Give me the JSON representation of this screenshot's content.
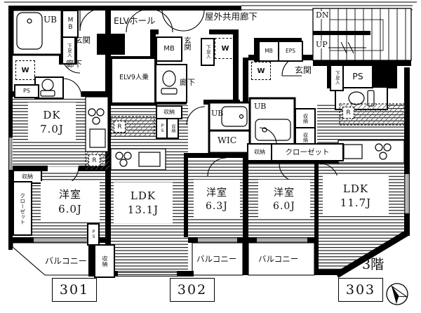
{
  "floor_label": "3階",
  "unit_numbers": {
    "u301": "301",
    "u302": "302",
    "u303": "303"
  },
  "common_labels": {
    "elv_hall": "ELVホール",
    "outdoor_corridor": "屋外共用廊下",
    "elevator": "ELV9人乗",
    "stairs_down": "DN",
    "stairs_up": "UP",
    "meter_box": "MB",
    "eps": "EPS",
    "pipe_space": "PS"
  },
  "room_labels": {
    "unit_bath": "UB",
    "walk_in_closet": "WIC",
    "entrance": "玄関",
    "corridor": "廊下",
    "shoe_box": "下足入",
    "storage": "収納",
    "closet": "クローゼット",
    "balcony": "バルコニー",
    "washer_symbol": "W",
    "fridge_symbol": "R"
  },
  "rooms": {
    "dk_301": {
      "name": "DK",
      "size": "7.0J"
    },
    "western_301": {
      "name": "洋室",
      "size": "6.0J"
    },
    "ldk_302": {
      "name": "LDK",
      "size": "13.1J"
    },
    "western_302": {
      "name": "洋室",
      "size": "6.3J"
    },
    "western_303": {
      "name": "洋室",
      "size": "6.0J"
    },
    "ldk_303": {
      "name": "LDK",
      "size": "11.7J"
    }
  }
}
